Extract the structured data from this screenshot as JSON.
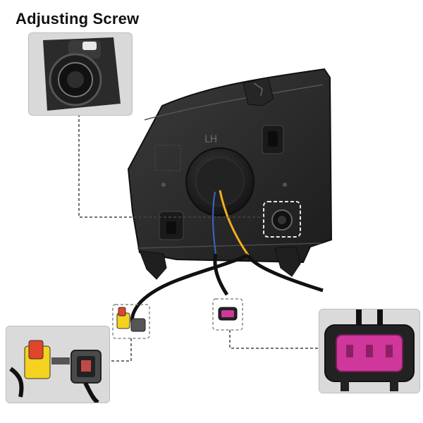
{
  "header": {
    "title": "Adjusting Screw"
  },
  "housing": {
    "side_marking": "LH"
  },
  "colors": {
    "housing": "#2a2a2a",
    "wire_yellow": "#f2b01e",
    "connector_pink": "#d0379a",
    "connector_yellow": "#f4d21f",
    "connector_red": "#e2452b",
    "dash_line": "#444444"
  },
  "callouts": [
    {
      "name": "adjusting-screw-closeup"
    },
    {
      "name": "connector-plug-closeup"
    },
    {
      "name": "pink-socket-closeup"
    }
  ]
}
